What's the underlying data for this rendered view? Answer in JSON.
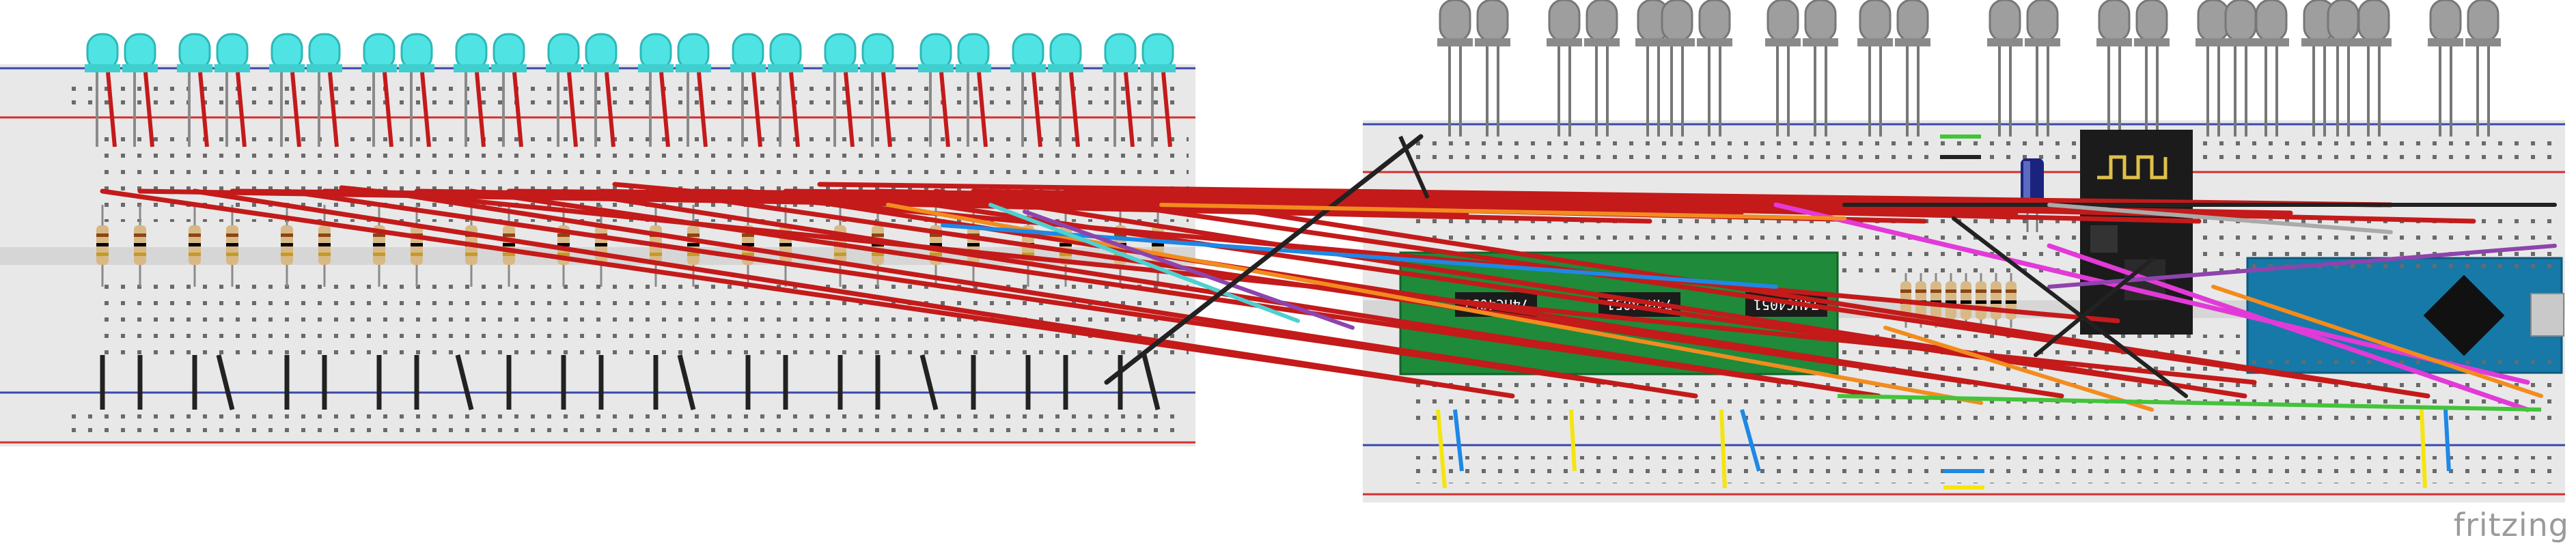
{
  "watermark": "fritzing",
  "chips": [
    {
      "label": "74HC4051"
    },
    {
      "label": "74HC4051"
    },
    {
      "label": "74HC4051"
    }
  ],
  "colors": {
    "breadboard": "#e8e8e8",
    "rail_red": "#d32f2f",
    "rail_blue": "#3949ab",
    "hole": "#6a6a6a",
    "hole_used": "#4caf50",
    "led_cyan": "#4fe3e3",
    "led_grey": "#9e9e9e",
    "wire_red": "#c41a1a",
    "wire_black": "#222222",
    "wire_yellow": "#f5e50f",
    "wire_blue": "#1e88e5",
    "wire_green": "#43c43a",
    "wire_orange": "#f28c1e",
    "wire_magenta": "#e23ad8",
    "wire_purple": "#8e44ad",
    "pcb_green": "#1e8a3a",
    "arduino_blue": "#1679a8",
    "nrf_black": "#1b1b1b",
    "resistor": "#d8b985"
  },
  "icons": [
    "led-icon",
    "resistor-icon",
    "capacitor-icon",
    "ic-chip-icon",
    "arduino-nano-icon",
    "nrf24-module-icon",
    "usb-connector-icon"
  ]
}
